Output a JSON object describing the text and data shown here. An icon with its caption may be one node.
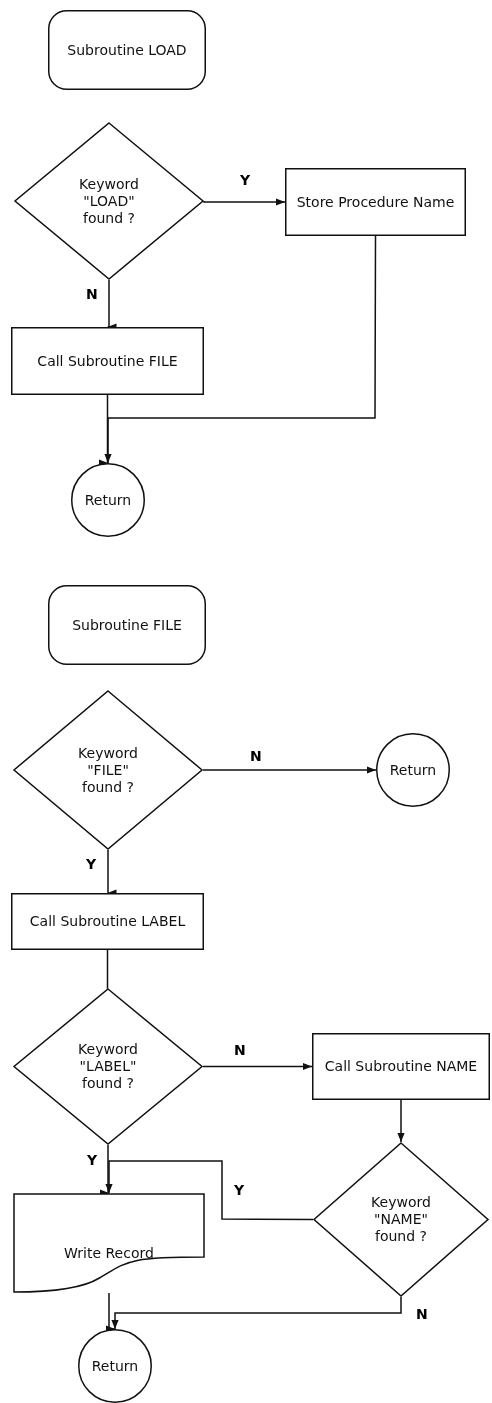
{
  "diagram": {
    "nodes": [
      {
        "text": [
          "Subroutine LOAD"
        ]
      },
      {
        "text": [
          "Keyword \"LOAD\" found ?"
        ]
      },
      {
        "text": [
          "Store Procedure Name"
        ]
      },
      {
        "text": [
          "Call Subroutine FILE"
        ]
      },
      {
        "text": [
          "Return"
        ]
      },
      {
        "text": [
          "Subroutine FILE"
        ]
      },
      {
        "text": [
          "Keyword \"FILE\" found ?"
        ]
      },
      {
        "text": [
          "Return"
        ]
      },
      {
        "text": [
          "Call Subroutine LABEL"
        ]
      },
      {
        "text": [
          "Keyword \"LABEL\" found ?"
        ]
      },
      {
        "text": [
          "Call Subroutine NAME"
        ]
      },
      {
        "text": [
          "Write Record"
        ]
      },
      {
        "text": [
          "Keyword \"NAME\" found ?"
        ]
      },
      {
        "text": [
          "Return"
        ]
      }
    ],
    "edges": [
      {
        "from": 1,
        "to": 2,
        "arrow": "to",
        "label": "Y"
      },
      {
        "from": 1,
        "to": 3,
        "arrow": "to",
        "label": "N"
      },
      {
        "from": 3,
        "to": 4,
        "arrow": "to"
      },
      {
        "from": 2,
        "to": 4,
        "arrow": "to"
      },
      {
        "from": 6,
        "to": 7,
        "arrow": "to",
        "label": "N"
      },
      {
        "from": 6,
        "to": 8,
        "arrow": "to",
        "label": "Y"
      },
      {
        "from": 8,
        "to": 9,
        "arrow": "none"
      },
      {
        "from": 9,
        "to": 10,
        "arrow": "to",
        "label": "N"
      },
      {
        "from": 10,
        "to": 12,
        "arrow": "to"
      },
      {
        "from": 12,
        "to": 11,
        "arrow": "to",
        "label": "Y"
      },
      {
        "from": 9,
        "to": 11,
        "arrow": "to",
        "label": "Y"
      },
      {
        "from": 11,
        "to": 13,
        "arrow": "to"
      },
      {
        "from": 12,
        "to": 13,
        "arrow": "to",
        "label": "N"
      }
    ]
  }
}
